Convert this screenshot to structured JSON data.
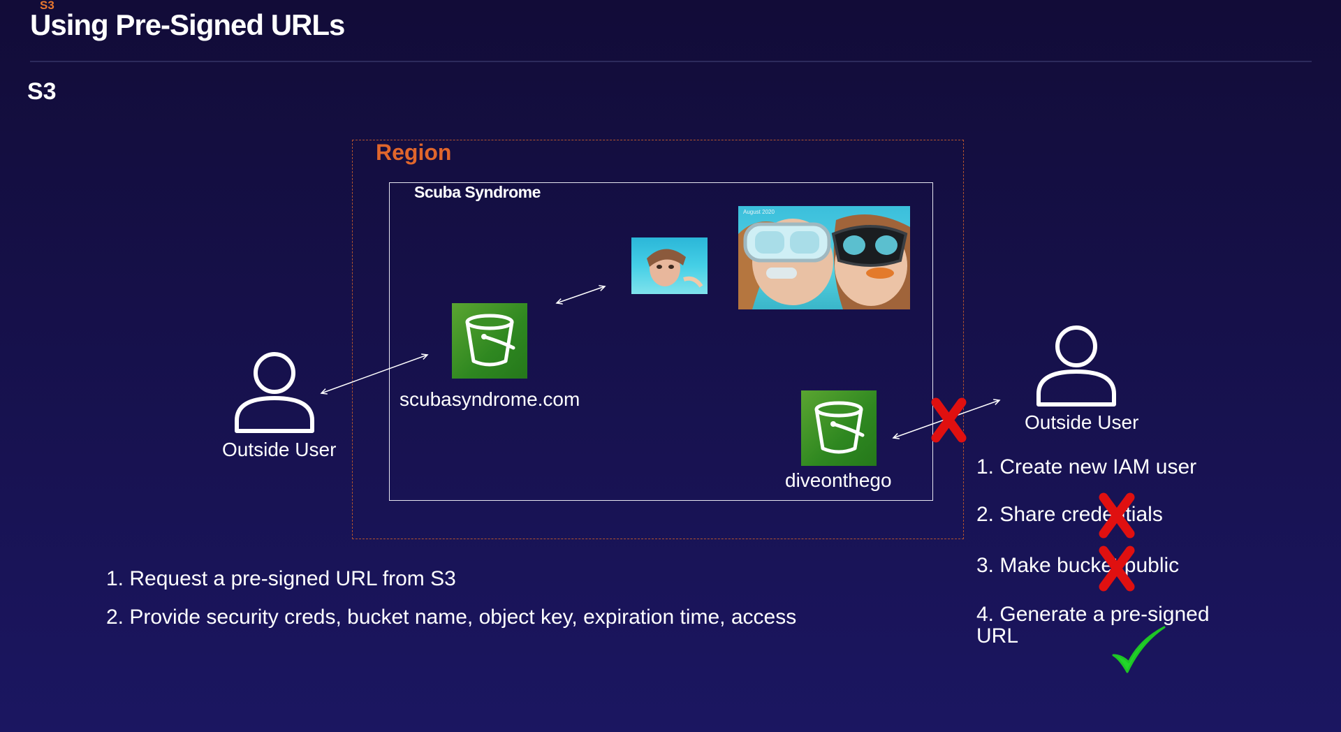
{
  "header": {
    "eyebrow": "S3",
    "title": "Using Pre-Signed URLs",
    "section": "S3"
  },
  "diagram": {
    "region_label": "Region",
    "account_label": "Scuba Syndrome",
    "buckets": [
      {
        "label": "scubasyndrome.com"
      },
      {
        "label": "diveonthego"
      }
    ],
    "users": [
      {
        "label": "Outside User"
      },
      {
        "label": "Outside User"
      }
    ],
    "photo_caption": "August 2020"
  },
  "left_steps": [
    "1. Request a pre-signed URL from S3",
    "2. Provide security creds, bucket name, object key, expiration time, access"
  ],
  "right_steps": [
    {
      "text": "1. Create new IAM user",
      "mark": "none"
    },
    {
      "text": "2. Share credentials",
      "mark": "cross"
    },
    {
      "text": "3. Make bucket public",
      "mark": "cross"
    },
    {
      "text": "4. Generate a pre-signed URL",
      "mark": "check"
    }
  ],
  "colors": {
    "accent": "#e0662c",
    "bucket_green": "#2e8720",
    "cross_red": "#e01010",
    "check_green": "#22d62a"
  },
  "icons": [
    "s3-bucket-icon",
    "user-icon",
    "red-x-icon",
    "green-check-icon"
  ]
}
